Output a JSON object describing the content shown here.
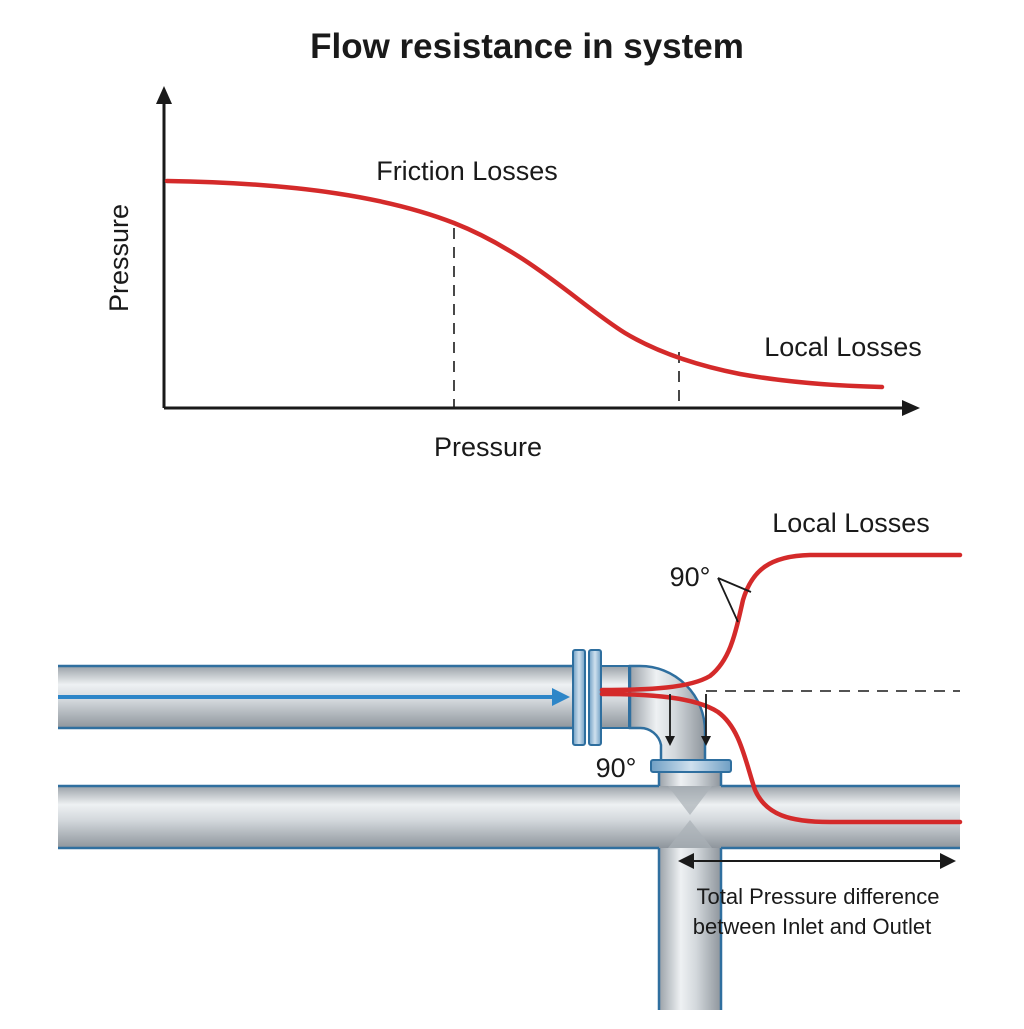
{
  "title": "Flow resistance in system",
  "chart": {
    "y_axis_label": "Pressure",
    "x_axis_label": "Pressure",
    "upper_annotation": "Friction Losses",
    "lower_annotation": "Local Losses"
  },
  "pipe_diagram": {
    "local_losses_label": "Local Losses",
    "angle_label_upper": "90°",
    "angle_label_lower": "90°",
    "pressure_difference_line1": "Total Pressure difference",
    "pressure_difference_line2": "between Inlet and Outlet"
  },
  "colors": {
    "curve": "#d42a2a",
    "flow_arrow": "#2d86c8",
    "pipe_outline": "#2f6f9f",
    "pipe_body": "#c9ced3",
    "text": "#1a1a1a"
  }
}
